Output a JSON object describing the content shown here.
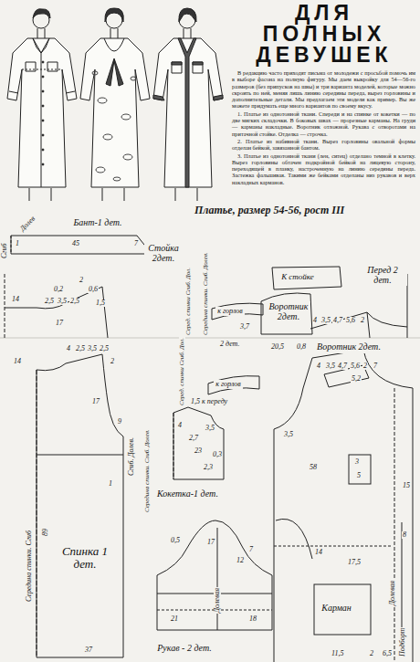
{
  "diagram": {
    "title": "ДЛЯ ПОЛНЫХ ДЕВУШЕК",
    "nodes": [
      {
        "text": [
          "Спинка 1 дет."
        ]
      },
      {
        "text": [
          "Кокетка-1 дет."
        ]
      },
      {
        "text": [
          "Рукав - 2 дет."
        ]
      },
      {
        "text": [
          "Карман"
        ]
      },
      {
        "text": [
          "Бант-1 дет."
        ]
      },
      {
        "text": [
          "Перед 2 дет."
        ]
      },
      {
        "text": [
          "Воротник 2дет."
        ]
      },
      {
        "text": [
          "Воротник 2дет."
        ]
      },
      {
        "text": [
          "Стойка 2дет."
        ]
      },
      {
        "text": [
          "К стойке"
        ]
      },
      {
        "text": [
          "к горлов"
        ]
      },
      {
        "text": [
          "к горлов"
        ]
      }
    ],
    "labels": [
      "В редакцию часто приходят письма от молодежи с просьбой помочь им в выборе фасона на полную фигуру. Мы даем выкройку для 54—56-го размеров (без припусков на швы) и три варианта моделей, которые можно скроить по ней, меняя лишь линию середины переда, вырез горловины и дополнительные детали. Мы предлагаем эти модели как пример. Вы же можете придумать еще много вариантов по своему вкусу.",
      "1. Платье из однотонной ткани. Спереди и на спинке от кокетки — по две мягких складочки. В боковых швах — прорезные карманы. На груди — карманы накладные. Воротник отложной. Рукава с отворотами на притачной стойке. Отделка — строчка.",
      "2. Платье из набивной ткани. Вырез горловины овальной формы отделан бейкой, завязанной бантом.",
      "3. Платье из однотонной ткани (лен, ситец) отделано темной в клетку. Вырез горловины обтачен подкройной бейкой на лицевую сторону, переходящей в планку, настроченную на линию середины переда. Застежка фальшивая. Такими же бейками отделаны низ рукавов и верх накладных карманов.",
      "Платье, размер 54-56, рост III",
      "Сгиб",
      "Долев",
      "45",
      "7",
      "1",
      "14",
      "0,2",
      "2,5",
      "3,5",
      "2,5",
      "0,6",
      "2",
      "1,5",
      "17",
      "Серед. спинки Сгиб. Дол.",
      "Середина спинки. Сгиб. Долев.",
      "3,7",
      "4",
      "3,5",
      "4,7",
      "5,6",
      "2",
      "2 дет.",
      "20,5",
      "0,8",
      "14",
      "4",
      "2,5",
      "3,5",
      "2,5",
      "2",
      "17",
      "9",
      "Середина спинки. Сгиб",
      "89",
      "1",
      "37",
      "Сгиб. Долев.",
      "Середина спинки. Сгиб. Долев.",
      "Серед. спинки Сгиб. Дол.",
      "1,5 к переду",
      "4",
      "2,7",
      "23",
      "0,3",
      "3,5",
      "2,3",
      "0,5",
      "17",
      "12",
      "Долевая",
      "21",
      "18",
      "7",
      "4",
      "3,5",
      "4,7",
      "5,6",
      "2",
      "7",
      "5,2",
      "3,5",
      "3",
      "5",
      "58",
      "15",
      "14",
      "17,5",
      "8",
      "Долевая",
      "Подборт",
      "6,5",
      "2",
      "11,5"
    ]
  }
}
